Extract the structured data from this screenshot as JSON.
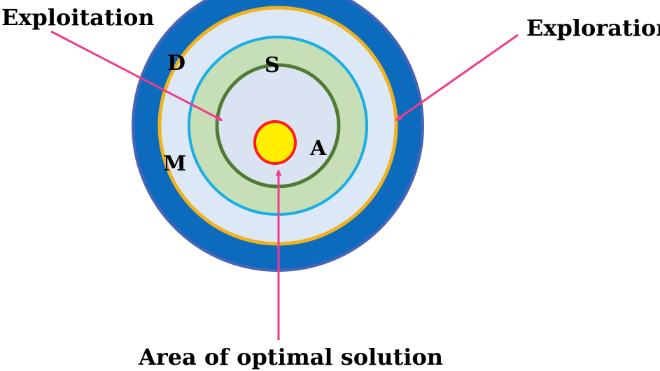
{
  "labels": {
    "exploitation": "Exploitation",
    "exploration": "Exploration",
    "optimal_area": "Area of optimal solution"
  },
  "regions": {
    "d": "D",
    "s": "S",
    "m": "M",
    "a": "A"
  },
  "colors": {
    "outer_ring_fill": "#0d6bbd",
    "outer_ring_edge": "#4a63b8",
    "exploration_ring": "#f0b31f",
    "light_region": "#dce8f5",
    "blue_ring": "#19aee6",
    "green_band": "#c6dfb6",
    "green_ring": "#4f7b35",
    "inner_region": "#d9e3f1",
    "optimum_fill": "#ffee00",
    "optimum_edge": "#ff1c1c",
    "arrow": "#f23a8c"
  }
}
